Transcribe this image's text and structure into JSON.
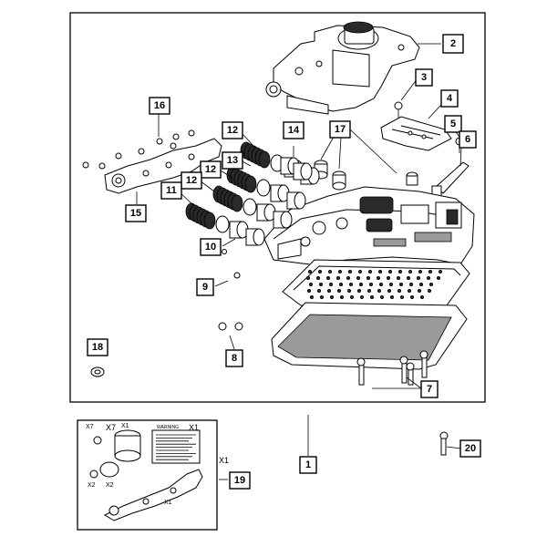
{
  "callouts": {
    "c1": "1",
    "c2": "2",
    "c3": "3",
    "c4": "4",
    "c5": "5",
    "c6": "6",
    "c7": "7",
    "c8": "8",
    "c9": "9",
    "c10": "10",
    "c11": "11",
    "c12a": "12",
    "c12b": "12",
    "c12c": "12",
    "c13": "13",
    "c14": "14",
    "c15": "15",
    "c16": "16",
    "c17": "17",
    "c18": "18",
    "c19": "19",
    "c20": "20"
  },
  "kit_labels": {
    "x7_small": "X7",
    "x7_large": "X7",
    "x1_top": "X1",
    "x1_doc": "X1",
    "x1_right": "X1",
    "x2_left": "X2",
    "x2_center": "X2",
    "x1_bottom": "X1",
    "warning": "WARNING"
  }
}
